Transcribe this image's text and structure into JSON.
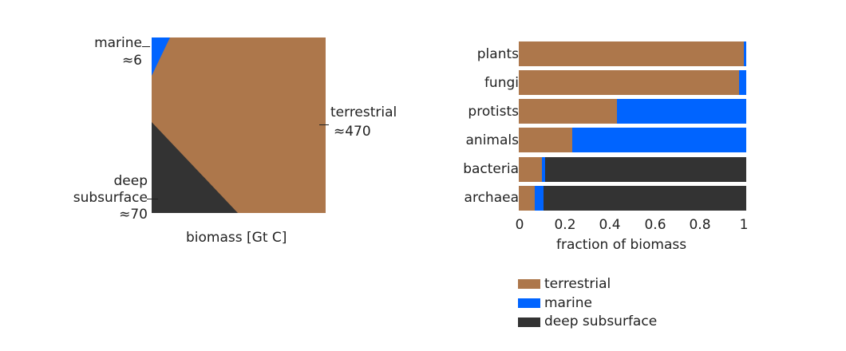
{
  "colors": {
    "terrestrial": "#ad774b",
    "marine": "#0064ff",
    "deep_subsurface": "#333333"
  },
  "left": {
    "xlabel": "biomass [Gt C]",
    "marine_label": "marine",
    "marine_value": "≈6",
    "terrestrial_label": "terrestrial",
    "terrestrial_value": "≈470",
    "deep_label_1": "deep",
    "deep_label_2": "subsurface",
    "deep_value": "≈70"
  },
  "right": {
    "xlabel": "fraction of biomass",
    "ticks": [
      "0",
      "0.2",
      "0.4",
      "0.6",
      "0.8",
      "1"
    ],
    "categories": [
      "plants",
      "fungi",
      "protists",
      "animals",
      "bacteria",
      "archaea"
    ],
    "legend": [
      "terrestrial",
      "marine",
      "deep subsurface"
    ]
  },
  "chart_data": [
    {
      "type": "area",
      "title": "",
      "xlabel": "biomass [Gt C]",
      "description": "Square area proportional diagram of total biomass by environment",
      "categories": [
        "terrestrial",
        "marine",
        "deep subsurface"
      ],
      "values": [
        470,
        6,
        70
      ],
      "annotations": [
        "marine ≈6",
        "terrestrial ≈470",
        "deep subsurface ≈70"
      ]
    },
    {
      "type": "bar",
      "orientation": "horizontal",
      "stacked": true,
      "xlabel": "fraction of biomass",
      "ylabel": "",
      "xlim": [
        0,
        1
      ],
      "xticks": [
        0,
        0.2,
        0.4,
        0.6,
        0.8,
        1
      ],
      "categories": [
        "plants",
        "fungi",
        "protists",
        "animals",
        "bacteria",
        "archaea"
      ],
      "series": [
        {
          "name": "terrestrial",
          "values": [
            0.99,
            0.97,
            0.43,
            0.235,
            0.1,
            0.07
          ]
        },
        {
          "name": "marine",
          "values": [
            0.01,
            0.03,
            0.57,
            0.765,
            0.016,
            0.04
          ]
        },
        {
          "name": "deep subsurface",
          "values": [
            0,
            0,
            0,
            0,
            0.884,
            0.89
          ]
        }
      ],
      "legend_position": "bottom"
    }
  ]
}
